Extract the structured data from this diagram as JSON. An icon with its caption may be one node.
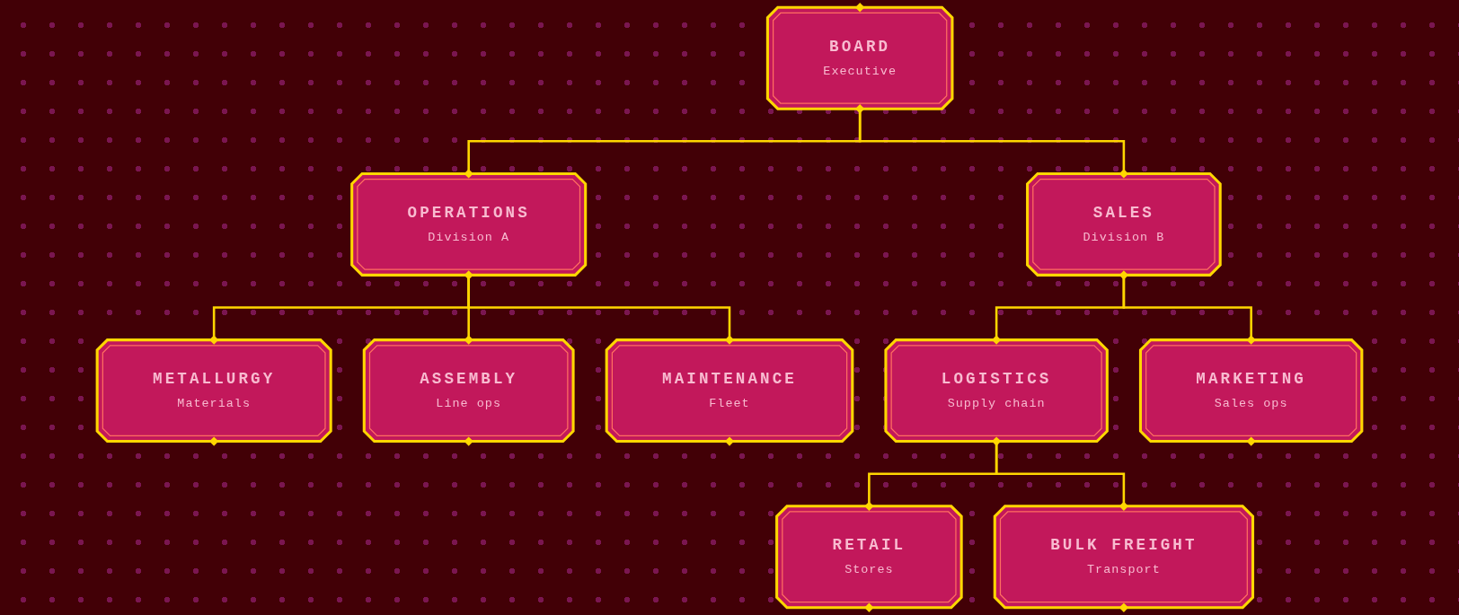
{
  "diagram": {
    "nodes": [
      {
        "text": [
          "BOARD",
          "Executive"
        ]
      },
      {
        "text": [
          "OPERATIONS",
          "Division A"
        ]
      },
      {
        "text": [
          "SALES",
          "Division B"
        ]
      },
      {
        "text": [
          "METALLURGY",
          "Materials"
        ]
      },
      {
        "text": [
          "ASSEMBLY",
          "Line ops"
        ]
      },
      {
        "text": [
          "MAINTENANCE",
          "Fleet"
        ]
      },
      {
        "text": [
          "LOGISTICS",
          "Supply chain"
        ]
      },
      {
        "text": [
          "MARKETING",
          "Sales ops"
        ]
      },
      {
        "text": [
          "RETAIL",
          "Stores"
        ]
      },
      {
        "text": [
          "BULK FREIGHT",
          "Transport"
        ]
      }
    ],
    "edges": [
      {
        "from": 0,
        "to": 1,
        "arrow": "none"
      },
      {
        "from": 0,
        "to": 2,
        "arrow": "none"
      },
      {
        "from": 1,
        "to": 3,
        "arrow": "none"
      },
      {
        "from": 1,
        "to": 4,
        "arrow": "none"
      },
      {
        "from": 1,
        "to": 5,
        "arrow": "none"
      },
      {
        "from": 2,
        "to": 6,
        "arrow": "none"
      },
      {
        "from": 2,
        "to": 7,
        "arrow": "none"
      },
      {
        "from": 6,
        "to": 8,
        "arrow": "none"
      },
      {
        "from": 6,
        "to": 9,
        "arrow": "none"
      }
    ]
  }
}
